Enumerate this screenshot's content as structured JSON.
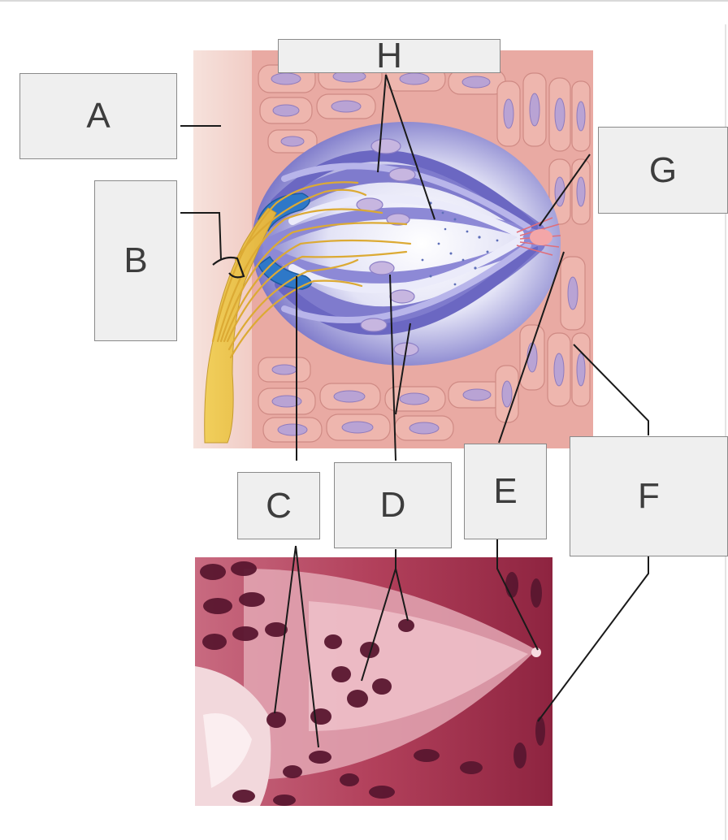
{
  "labels": {
    "a": "A",
    "b": "B",
    "c": "C",
    "d": "D",
    "e": "E",
    "f": "F",
    "g": "G",
    "h": "H"
  },
  "colors": {
    "epithelium": "#e9a9a2",
    "cell_nucleus": "#b9a2d2",
    "taste_cell": "#6f6fc4",
    "taste_cell_light": "#dcdcf2",
    "nerve_fiber": "#e8c04a",
    "basal_cell": "#2e78c8",
    "micrograph": "#a8324f",
    "label_box": "#efefef"
  }
}
